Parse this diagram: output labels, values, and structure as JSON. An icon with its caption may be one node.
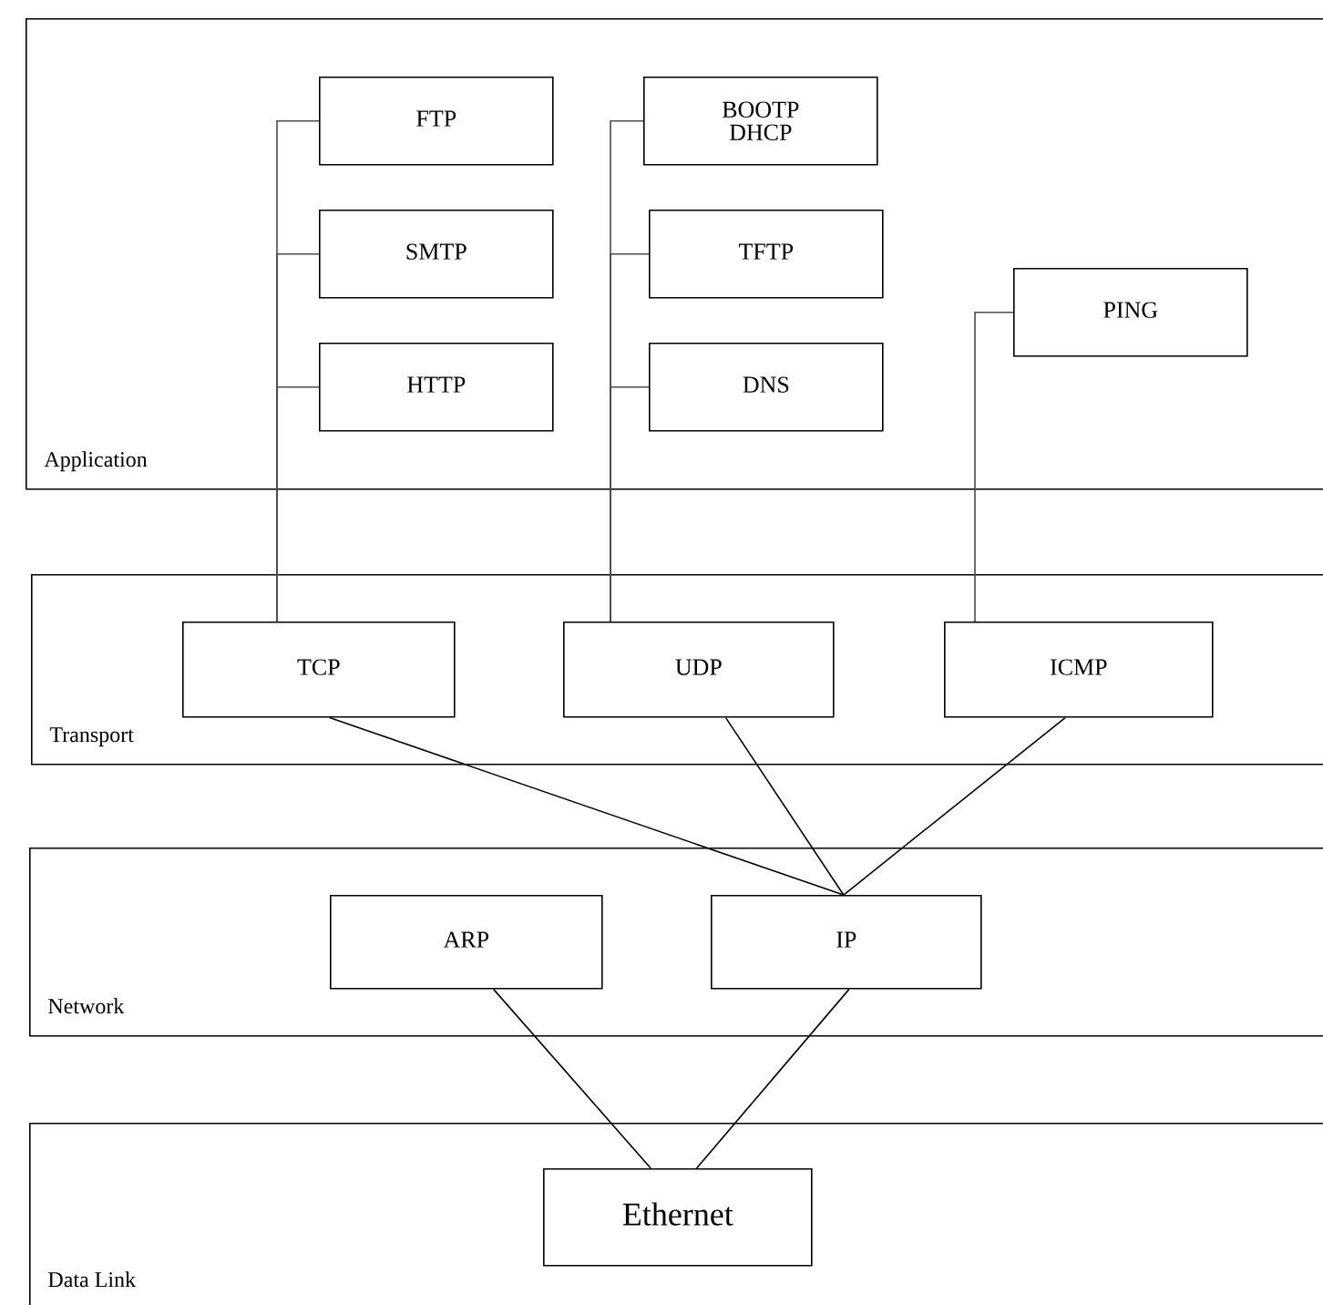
{
  "diagram": {
    "nodes": [
      {
        "text": [
          "Application"
        ]
      },
      {
        "text": [
          "FTP"
        ],
        "in": 0
      },
      {
        "text": [
          "SMTP"
        ],
        "in": 0
      },
      {
        "text": [
          "HTTP"
        ],
        "in": 0
      },
      {
        "text": [
          "BOOTP DHCP"
        ],
        "in": 0
      },
      {
        "text": [
          "TFTP"
        ],
        "in": 0
      },
      {
        "text": [
          "DNS"
        ],
        "in": 0
      },
      {
        "text": [
          "PING"
        ],
        "in": 0
      },
      {
        "text": [
          "Transport"
        ]
      },
      {
        "text": [
          "TCP"
        ],
        "in": 8
      },
      {
        "text": [
          "UDP"
        ],
        "in": 8
      },
      {
        "text": [
          "ICMP"
        ],
        "in": 8
      },
      {
        "text": [
          "Network"
        ]
      },
      {
        "text": [
          "ARP"
        ],
        "in": 12
      },
      {
        "text": [
          "IP"
        ],
        "in": 12
      },
      {
        "text": [
          "Data Link"
        ]
      },
      {
        "text": [
          "Ethernet"
        ],
        "in": 15
      }
    ],
    "edges": [
      {
        "from": 1,
        "to": 9,
        "arrow": "none"
      },
      {
        "from": 2,
        "to": 9,
        "arrow": "none"
      },
      {
        "from": 3,
        "to": 9,
        "arrow": "none"
      },
      {
        "from": 4,
        "to": 10,
        "arrow": "none"
      },
      {
        "from": 5,
        "to": 10,
        "arrow": "none"
      },
      {
        "from": 6,
        "to": 10,
        "arrow": "none"
      },
      {
        "from": 7,
        "to": 11,
        "arrow": "none"
      },
      {
        "from": 9,
        "to": 14,
        "arrow": "none"
      },
      {
        "from": 10,
        "to": 14,
        "arrow": "none"
      },
      {
        "from": 11,
        "to": 14,
        "arrow": "none"
      },
      {
        "from": 13,
        "to": 16,
        "arrow": "none"
      },
      {
        "from": 14,
        "to": 16,
        "arrow": "none"
      }
    ]
  }
}
